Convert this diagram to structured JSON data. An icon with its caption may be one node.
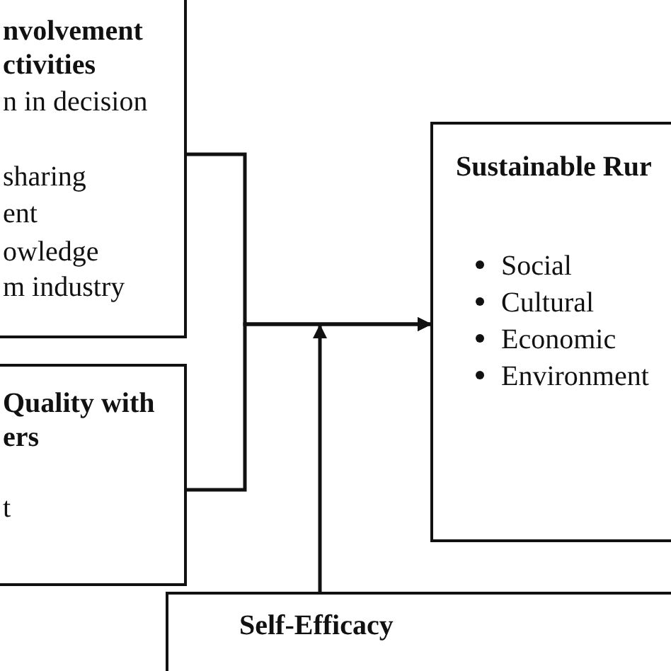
{
  "diagram": {
    "nodes": [
      {
        "text": [
          "nvolvement ctivities",
          "n in decision",
          "sharing",
          "ent",
          "owledge",
          "m industry"
        ]
      },
      {
        "text": [
          "Quality with ers",
          "t"
        ]
      },
      {
        "text": [
          "Sustainable Rur",
          "Social",
          "Cultural",
          "Economic",
          "Environment"
        ]
      },
      {
        "text": [
          "Self-Efficacy"
        ]
      }
    ],
    "edges": [
      {
        "from": 0,
        "to": 2,
        "arrow": "to"
      },
      {
        "from": 1,
        "to": 2,
        "arrow": "to"
      },
      {
        "from": 3,
        "to": null,
        "arrow": "to"
      }
    ]
  }
}
